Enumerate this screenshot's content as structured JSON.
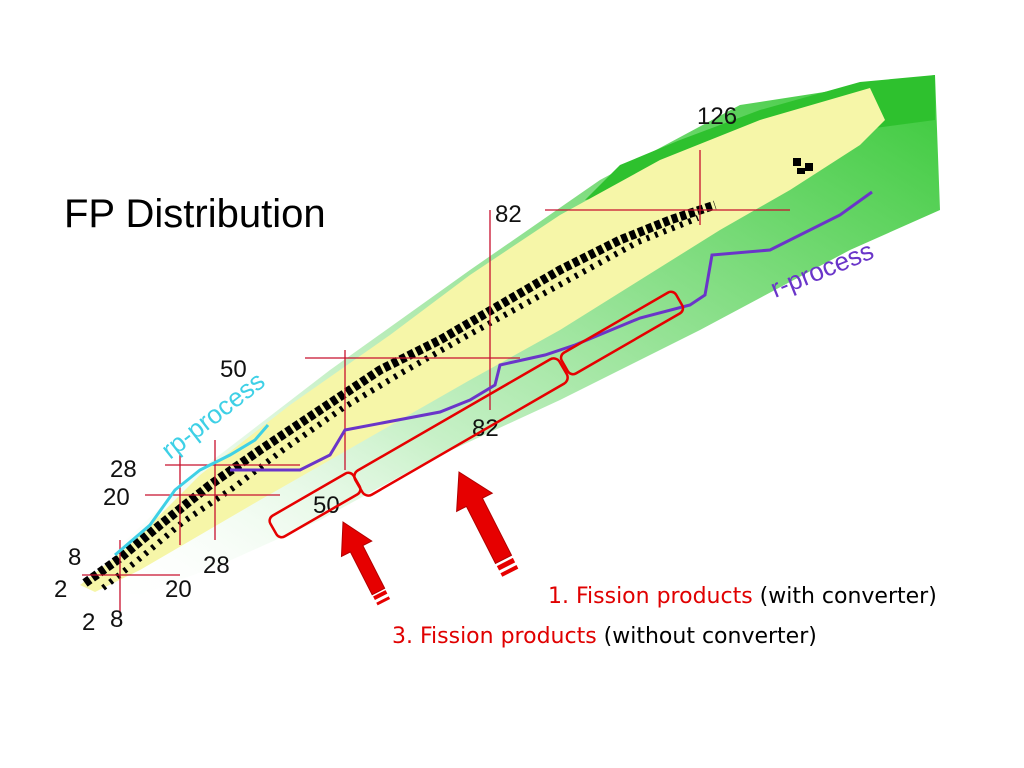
{
  "title": "FP Distribution",
  "diagram": {
    "colors": {
      "band_dark": "#2ec12e",
      "band_light": "#d9f5d9",
      "stable_band": "#f6f6a8",
      "stable_nuclei": "#000000",
      "magic_lines": "#c8102e",
      "r_process": "#6a35c9",
      "rp_process": "#3ed0e6",
      "highlight": "#e60000"
    },
    "process_labels": {
      "rp": "rp-process",
      "r": "r-process"
    },
    "magic_proton_labels": [
      "2",
      "8",
      "20",
      "28",
      "50",
      "82"
    ],
    "magic_neutron_labels": [
      "2",
      "8",
      "20",
      "28",
      "50",
      "82",
      "126"
    ]
  },
  "captions": {
    "first": {
      "highlight": "1. Fission products",
      "rest": " (with converter)"
    },
    "second": {
      "highlight": "3. Fission products",
      "rest": " (without converter)"
    }
  }
}
